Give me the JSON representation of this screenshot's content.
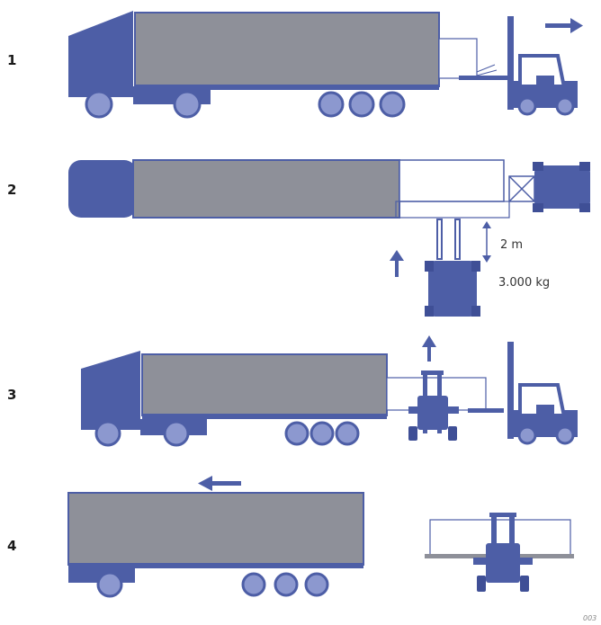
{
  "steps": {
    "s1": "1",
    "s2": "2",
    "s3": "3",
    "s4": "4"
  },
  "measurements": {
    "clearance": "2 m",
    "weight": "3.000 kg"
  },
  "figure_code": "003",
  "colors": {
    "blue": "#4d5ea6",
    "blue_dark": "#3f4f96",
    "wheel": "#8c98cf",
    "trailer_body": "#8e9099",
    "outline": "#3f4f96"
  },
  "icons": [
    "arrow-right-icon",
    "arrow-left-icon",
    "arrow-up-icon",
    "double-arrow-vertical-icon"
  ]
}
